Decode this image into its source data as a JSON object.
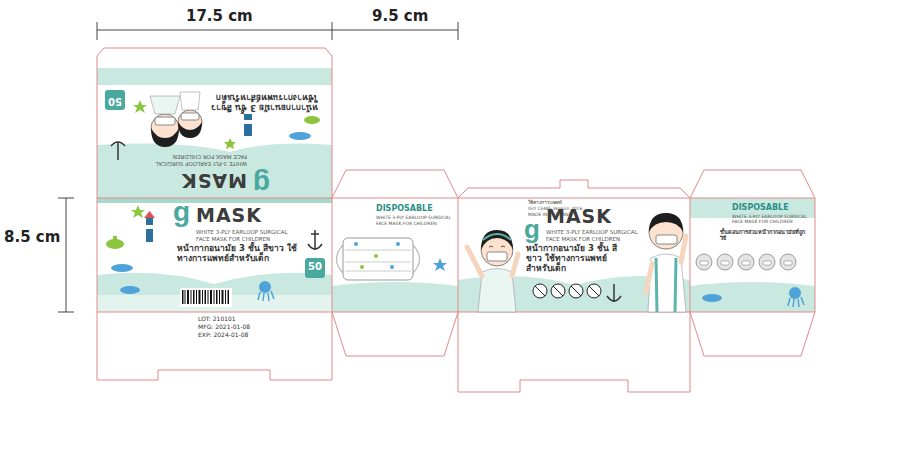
{
  "diagram": {
    "nodes": [
      {
        "text": [
          "g",
          "MASK",
          "WHITE 3-PLY EARLOOP SURGICAL",
          "FACE MASK FOR CHILDREN",
          "หน้ากากอนามัย 3 ชั้น สีขาว ใช้ทางการแพทย์สำหรับเด็ก"
        ]
      },
      {
        "text": [
          "50"
        ],
        "in": 0
      },
      {
        "text": [
          "g",
          "MASK",
          "WHITE 3-PLY EARLOOP SURGICAL",
          "FACE MASK FOR CHILDREN",
          "หน้ากากอนามัย 3 ชั้น สีขาว ใช้ทางการแพทย์สำหรับเด็ก"
        ]
      },
      {
        "text": [
          "50"
        ],
        "in": 2
      },
      {
        "text": [
          "DISPOSABLE",
          "WHITE 3-PLY EARLOOP SURGICAL",
          "FACE MASK FOR CHILDREN"
        ]
      },
      {
        "text": [
          "ใช้ทางการแพทย์",
          "ISO 13485 Version 2016",
          "MADE IN THAILAND",
          "g",
          "MASK",
          "WHITE 3-PLY EARLOOP SURGICAL",
          "FACE MASK FOR CHILDREN",
          "หน้ากากอนามัย 3 ชั้น สีขาว ใช้ทางการแพทย์สำหรับเด็ก"
        ]
      },
      {
        "text": [
          "DISPOSABLE",
          "WHITE 3-PLY EARLOOP SURGICAL FACE MASK FOR CHILDREN",
          "ขั้นตอนการสวมหน้ากากอนามัยที่ถูกวิธี"
        ]
      }
    ],
    "labels": [
      "17.5 cm",
      "9.5 cm",
      "8.5 cm",
      "LOT: 210101",
      "MFG: 2021-01-08",
      "EXP: 2024-01-08"
    ]
  }
}
